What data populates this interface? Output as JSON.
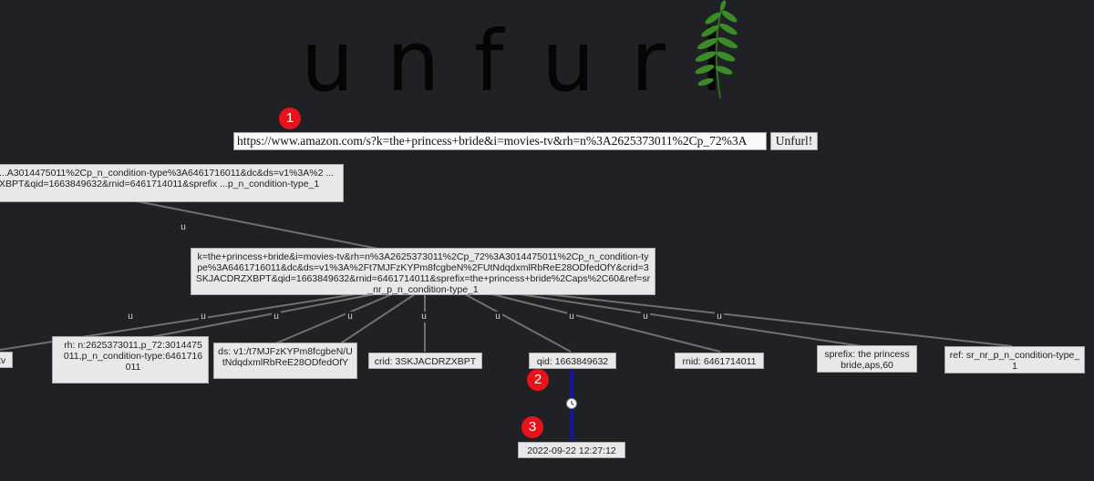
{
  "logo": {
    "letters": [
      "u",
      "n",
      "f",
      "u",
      "r",
      "l"
    ]
  },
  "input": {
    "value": "https://www.amazon.com/s?k=the+princess+bride&i=movies-tv&rh=n%3A2625373011%2Cp_72%3A"
  },
  "button": {
    "label": "Unfurl!"
  },
  "badges": [
    "1",
    "2",
    "3"
  ],
  "edge_label": "u",
  "nodes": {
    "root": "...A3014475011%2Cp_n_condition-type%3A6461716011&dc&ds=v1%3A%2 ...XBPT&qid=1663849632&rnid=6461714011&sprefix ...p_n_condition-type_1",
    "query": "k=the+princess+bride&i=movies-tv&rh=n%3A2625373011%2Cp_72%3A3014475011%2Cp_n_condition-type%3A6461716011&dc&ds=v1%3A%2Ft7MJFzKYPm8fcgbeN%2FUtNdqdxmlRbReE28ODfedOfY&crid=3SKJACDRZXBPT&qid=1663849632&rnid=6461714011&sprefix=the+princess+bride%2Caps%2C60&ref=sr_nr_p_n_condition-type_1",
    "i": "tv",
    "rh": "rh: n:2625373011,p_72:3014475011,p_n_condition-type:6461716011",
    "ds": "ds: v1:/t7MJFzKYPm8fcgbeN/UtNdqdxmlRbReE28ODfedOfY",
    "crid": "crid: 3SKJACDRZXBPT",
    "qid": "qid: 1663849632",
    "rnid": "rnid: 6461714011",
    "sprefix": "sprefix: the princess bride,aps,60",
    "ref": "ref: sr_nr_p_n_condition-type_1",
    "timestamp": "2022-09-22 12:27:12"
  },
  "colors": {
    "background": "#202124",
    "edge": "#707070",
    "timestamp_edge": "#1010c8",
    "badge": "#e8121b"
  }
}
